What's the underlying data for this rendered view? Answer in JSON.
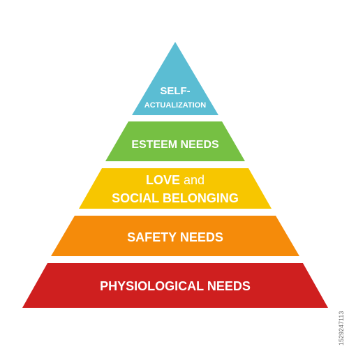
{
  "pyramid": {
    "levels": [
      {
        "id": "self-actualization",
        "lines": [
          "SELF-",
          "ACTUALIZATION"
        ],
        "color": "#5bbdd3"
      },
      {
        "id": "esteem",
        "lines": [
          "ESTEEM NEEDS"
        ],
        "color": "#76c043"
      },
      {
        "id": "love",
        "line1_bold": "LOVE",
        "line1_light": "and",
        "line2": "SOCIAL BELONGING",
        "color": "#f7c600"
      },
      {
        "id": "safety",
        "lines": [
          "SAFETY NEEDS"
        ],
        "color": "#f58b0a"
      },
      {
        "id": "physiological",
        "lines": [
          "PHYSIOLOGICAL NEEDS"
        ],
        "color": "#cf1f1f"
      }
    ]
  },
  "watermark": {
    "stock_id": "1529247113"
  }
}
